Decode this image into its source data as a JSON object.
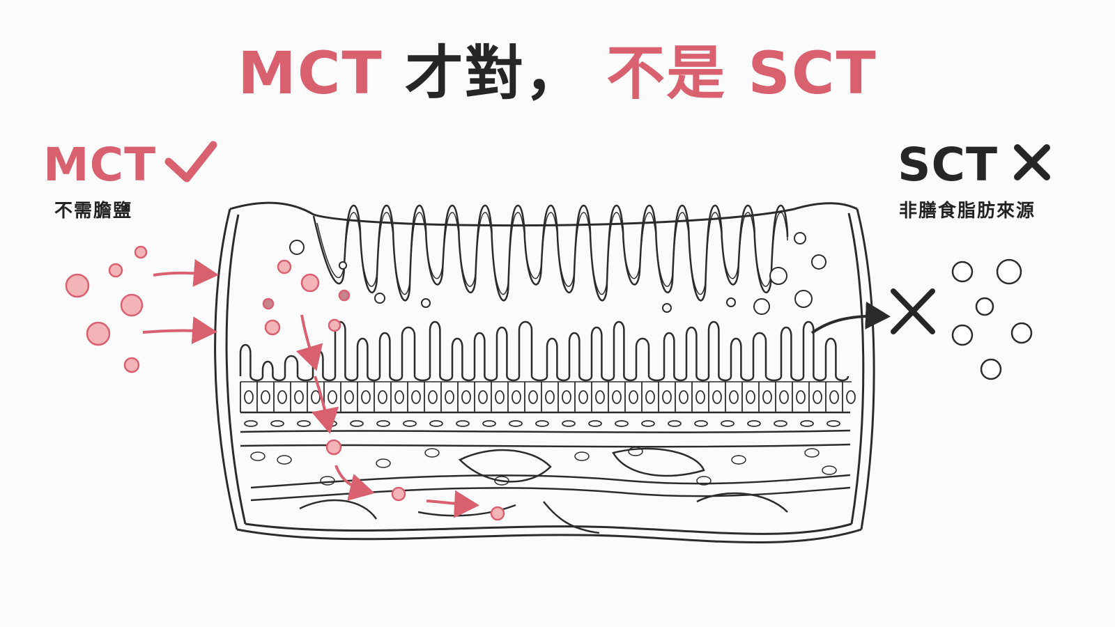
{
  "title": {
    "part1": "MCT",
    "part2": "才對，",
    "part3": "不是 SCT"
  },
  "mct": {
    "label": "MCT",
    "mark": "check-icon",
    "subtitle": "不需膽鹽"
  },
  "sct": {
    "label": "SCT",
    "mark": "x-icon",
    "subtitle": "非膳食脂肪來源"
  },
  "colors": {
    "accent": "#d9606f",
    "dark": "#262626",
    "particle_fill": "#f3b4b8",
    "line": "#2b2b2b"
  }
}
